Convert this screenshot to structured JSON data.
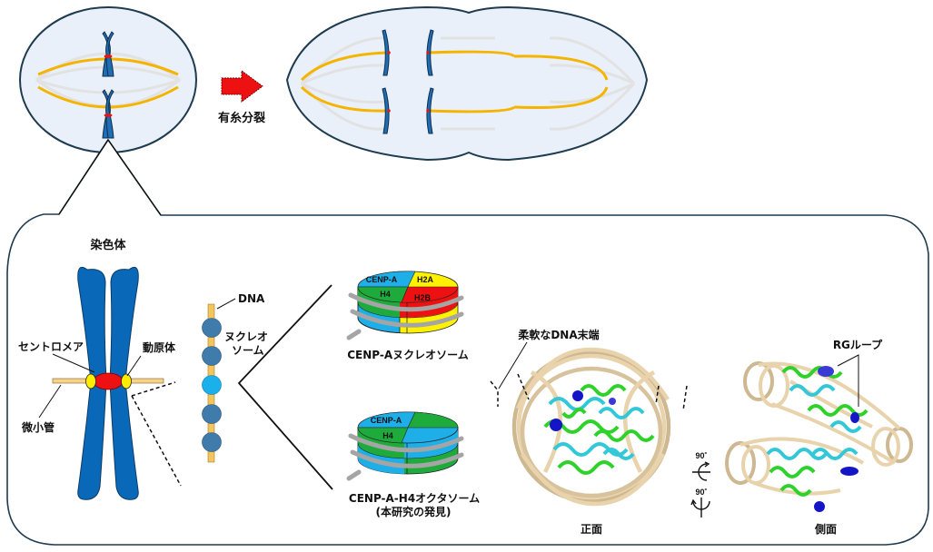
{
  "figure": {
    "top": {
      "arrow_label": "有糸分裂",
      "colors": {
        "cell_fill": "#e9f0fa",
        "cell_stroke": "#1f3b4f",
        "spindle": "#f5b400",
        "spindle_faint": "#e4e4e4",
        "chromosome": "#1e6db5",
        "centromere": "#e11818",
        "arrow": "#ee1111"
      }
    },
    "panel": {
      "chromosome_title": "染色体",
      "centromere_label": "セントロメア",
      "kinetochore_label": "動原体",
      "microtubule_label": "微小管",
      "dna_label": "DNA",
      "nucleosome_label_line1": "ヌクレオ",
      "nucleosome_label_line2": "ソーム",
      "colors": {
        "chromosome": "#0a68b8",
        "centromere": "#ee1111",
        "kinetochore": "#ffee00",
        "microtubule": "#f7d38a",
        "bead": "#3f7cac",
        "bead_highlight": "#1ab0ec",
        "dna_rod": "#f5c45a"
      }
    },
    "nucleosome": {
      "segments": {
        "cenpa": "CENP-A",
        "h2a": "H2A",
        "h4": "H4",
        "h2b": "H2B"
      },
      "caption": "CENP-Aヌクレオソーム",
      "colors": {
        "cenpa": "#1eaee8",
        "h2a": "#fff200",
        "h4": "#1fab3c",
        "h2b": "#ee1111",
        "dna": "#a5a5a5"
      }
    },
    "octasome": {
      "segments": {
        "cenpa": "CENP-A",
        "h4": "H4"
      },
      "caption_line1": "CENP-A-H4オクタソーム",
      "caption_line2": "(本研究の発見)"
    },
    "structure": {
      "front_label": "正面",
      "side_label": "側面",
      "flexible_dna_label": "柔軟なDNA末端",
      "rg_loop_label": "RGループ",
      "rotation_1": "90˚",
      "rotation_2": "90˚",
      "colors": {
        "dna_ribbon": "#e8d3ac",
        "dna_ribbon_dark": "#b79f76",
        "cenpa": "#32c8d8",
        "h4": "#2fd12b",
        "rg_loop": "#1515c8"
      }
    }
  }
}
